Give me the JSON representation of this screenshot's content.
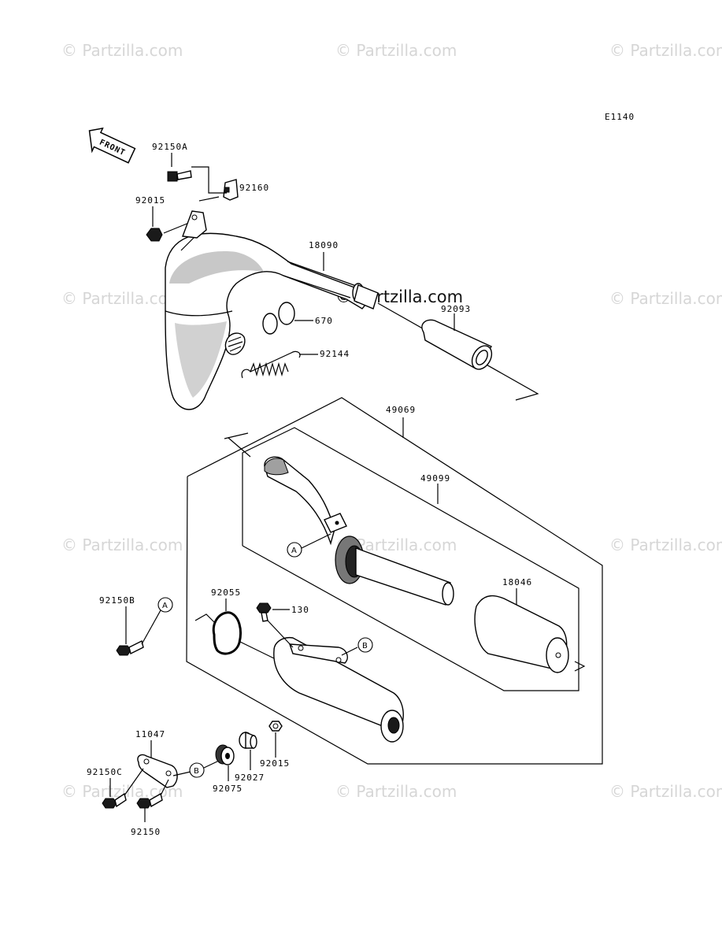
{
  "watermarks": {
    "text": "© Partzilla.com",
    "center_text": "© Partzilla.com"
  },
  "diagram_code": "E1140",
  "front_arrow": "FRONT",
  "labels": {
    "p92150A": "92150A",
    "p92160": "92160",
    "p92015_top": "92015",
    "p18090": "18090",
    "p670": "670",
    "p92093": "92093",
    "p92144": "92144",
    "p49069": "49069",
    "p49099": "49099",
    "p18046": "18046",
    "p92150B": "92150B",
    "p92055": "92055",
    "p130": "130",
    "p11047": "11047",
    "p92150C": "92150C",
    "p92150": "92150",
    "p92075": "92075",
    "p92027": "92027",
    "p92015_bot": "92015"
  },
  "ref_markers": {
    "A": "A",
    "B": "B"
  }
}
